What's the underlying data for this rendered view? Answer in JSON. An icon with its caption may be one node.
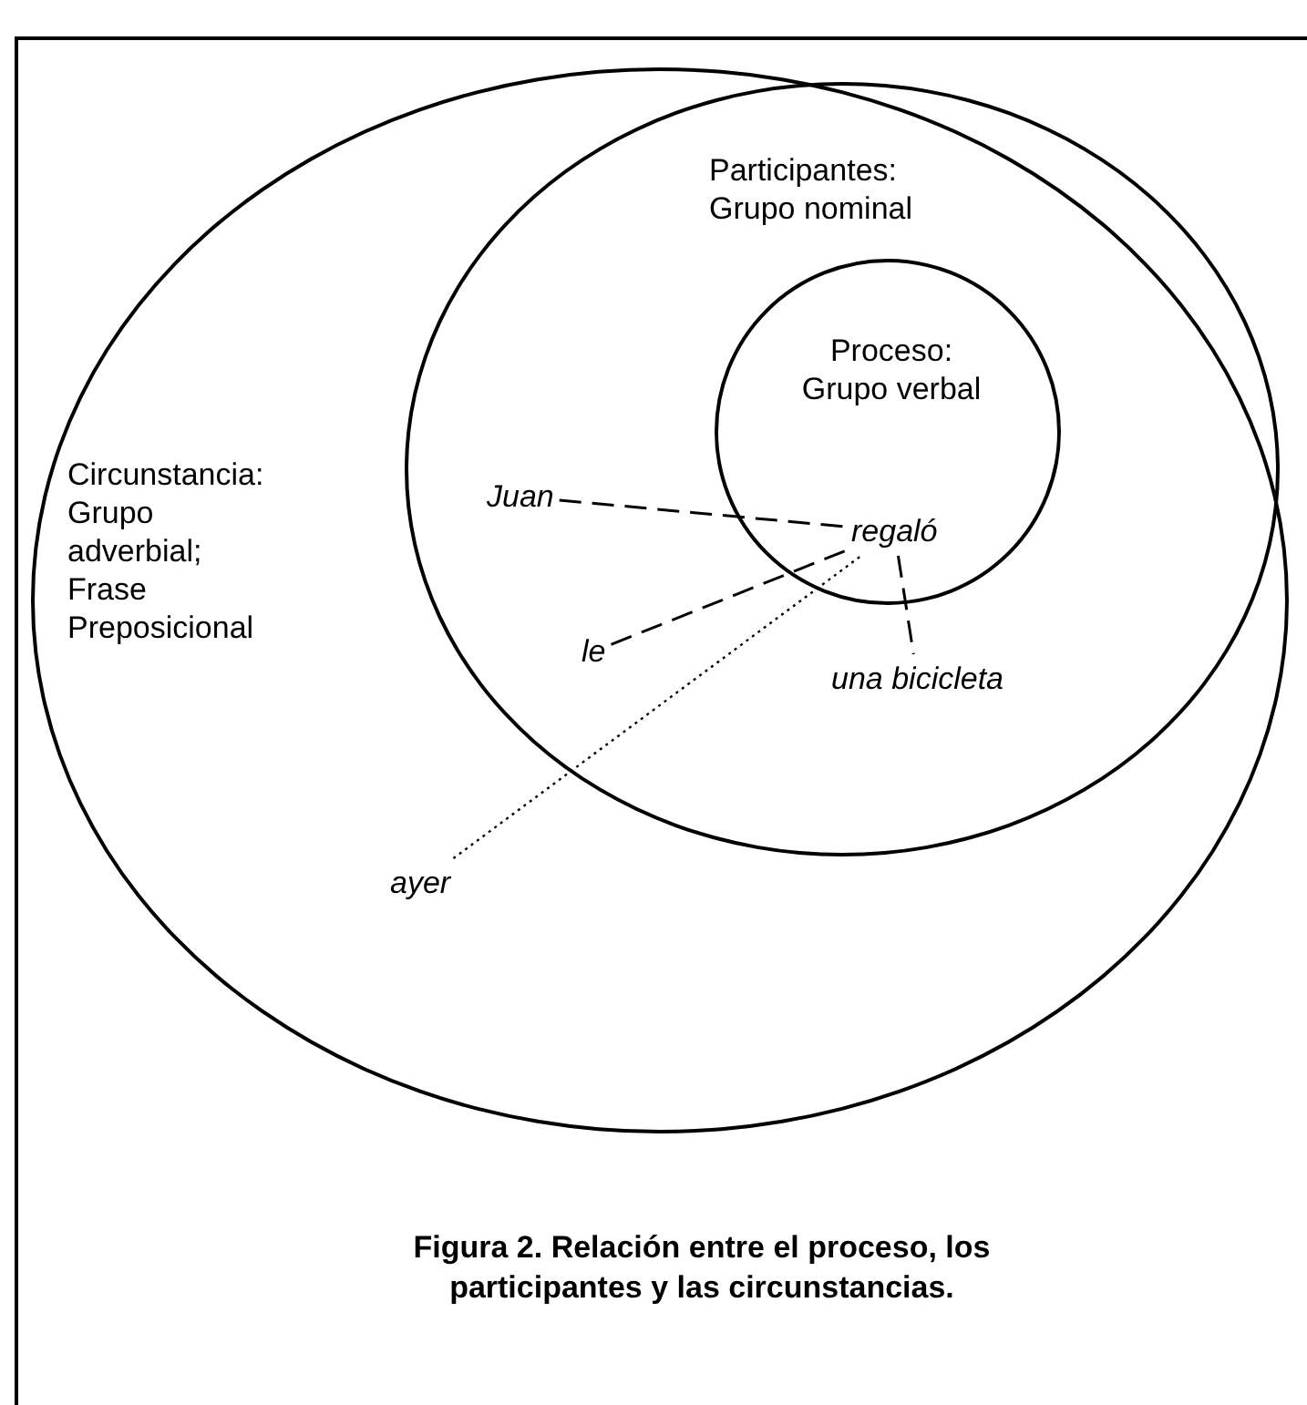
{
  "diagram": {
    "caption": "Figura 2. Relación entre el proceso, los participantes y las circunstancias.",
    "nodes": [
      {
        "text": [
          "Circunstancia: Grupo adverbial; Frase Preposicional"
        ]
      },
      {
        "text": [
          "Participantes: Grupo nominal"
        ],
        "in": 0
      },
      {
        "text": [
          "Proceso: Grupo verbal"
        ],
        "in": 1
      },
      {
        "text": [
          "regaló"
        ],
        "in": 2
      },
      {
        "text": [
          "Juan"
        ],
        "in": 1
      },
      {
        "text": [
          "le"
        ],
        "in": 1
      },
      {
        "text": [
          "una bicicleta"
        ],
        "in": 1
      },
      {
        "text": [
          "ayer"
        ],
        "in": 0
      }
    ],
    "edges": [
      {
        "from": 4,
        "to": 3,
        "arrow": "none",
        "style": "dashed"
      },
      {
        "from": 5,
        "to": 3,
        "arrow": "none",
        "style": "dashed"
      },
      {
        "from": 3,
        "to": 6,
        "arrow": "none",
        "style": "dashed"
      },
      {
        "from": 7,
        "to": 3,
        "arrow": "none",
        "style": "dashed"
      }
    ]
  }
}
